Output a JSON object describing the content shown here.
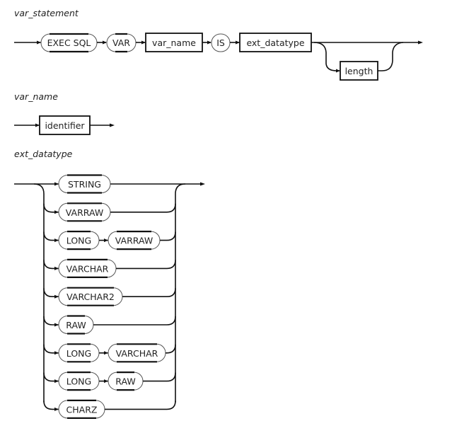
{
  "diagrams": [
    {
      "title": "var_statement",
      "sequence": [
        {
          "kind": "terminal",
          "label": "EXEC SQL"
        },
        {
          "kind": "terminal",
          "label": "VAR"
        },
        {
          "kind": "nonterminal",
          "label": "var_name"
        },
        {
          "kind": "terminal",
          "label": "IS"
        },
        {
          "kind": "nonterminal",
          "label": "ext_datatype"
        }
      ],
      "optional": {
        "kind": "nonterminal",
        "label": "length"
      }
    },
    {
      "title": "var_name",
      "sequence": [
        {
          "kind": "nonterminal",
          "label": "identifier"
        }
      ]
    },
    {
      "title": "ext_datatype",
      "choices": [
        [
          {
            "kind": "terminal",
            "label": "STRING"
          }
        ],
        [
          {
            "kind": "terminal",
            "label": "VARRAW"
          }
        ],
        [
          {
            "kind": "terminal",
            "label": "LONG"
          },
          {
            "kind": "terminal",
            "label": "VARRAW"
          }
        ],
        [
          {
            "kind": "terminal",
            "label": "VARCHAR"
          }
        ],
        [
          {
            "kind": "terminal",
            "label": "VARCHAR2"
          }
        ],
        [
          {
            "kind": "terminal",
            "label": "RAW"
          }
        ],
        [
          {
            "kind": "terminal",
            "label": "LONG"
          },
          {
            "kind": "terminal",
            "label": "VARCHAR"
          }
        ],
        [
          {
            "kind": "terminal",
            "label": "LONG"
          },
          {
            "kind": "terminal",
            "label": "RAW"
          }
        ],
        [
          {
            "kind": "terminal",
            "label": "CHARZ"
          }
        ]
      ]
    }
  ]
}
